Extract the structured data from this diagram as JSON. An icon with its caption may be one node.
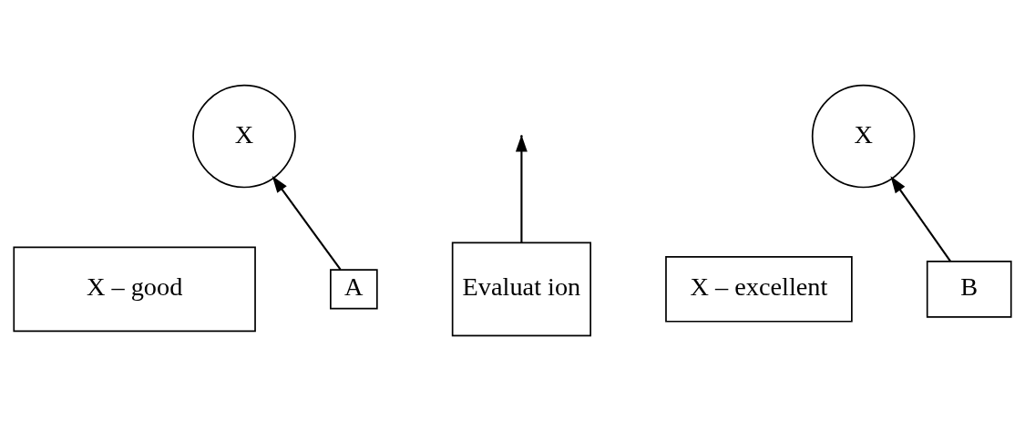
{
  "diagram": {
    "nodes": [
      {
        "text": [
          "X – good"
        ]
      },
      {
        "text": [
          "X"
        ]
      },
      {
        "text": [
          "A"
        ]
      },
      {
        "text": [
          "Evaluat ion"
        ]
      },
      {
        "text": [
          "X – excellent"
        ]
      },
      {
        "text": [
          "X"
        ]
      },
      {
        "text": [
          "B"
        ]
      }
    ],
    "edges": [
      {
        "from": 2,
        "to": 1,
        "arrow": "to"
      },
      {
        "from": 3,
        "to": null,
        "arrow": "to"
      },
      {
        "from": 6,
        "to": 5,
        "arrow": "to"
      }
    ]
  }
}
